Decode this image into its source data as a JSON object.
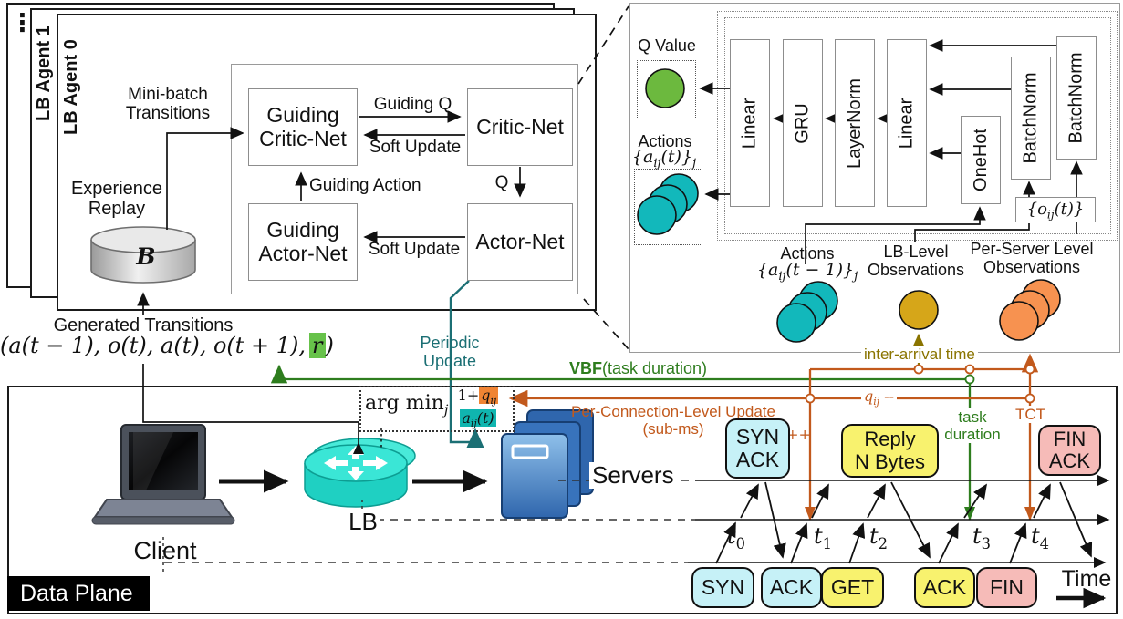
{
  "agents": {
    "ellipsis": "⋮",
    "agent1_label": "LB Agent 1",
    "agent0_label": "LB Agent 0"
  },
  "ddpg": {
    "mini_batch": [
      "Mini-batch",
      "Transitions"
    ],
    "experience": [
      "Experience",
      "Replay"
    ],
    "buffer_symbol": "B",
    "guiding_critic": [
      "Guiding",
      "Critic-Net"
    ],
    "critic": "Critic-Net",
    "guiding_actor": [
      "Guiding",
      "Actor-Net"
    ],
    "actor": "Actor-Net",
    "guiding_q": "Guiding Q",
    "soft_update_top": "Soft Update",
    "soft_update_bottom": "Soft Update",
    "guiding_action": "Guiding Action",
    "q_label": "Q"
  },
  "transitions": {
    "title": "Generated Transitions",
    "prefix": "(a(t − 1), o(t), a(t), o(t + 1),",
    "reward": "r",
    "suffix": ")"
  },
  "periodic_update": "Periodic Update",
  "argmin": {
    "op": "arg min",
    "op_sub": "j",
    "num_plain": "1+",
    "num_var": "q",
    "num_sub": "ij",
    "den_var": "a",
    "den_sub": "ij",
    "den_rest": "(t)"
  },
  "nn": {
    "q_value_label": "Q Value",
    "actions_t_label": "Actions",
    "actions_t_math": {
      "a": "{a",
      "sub": "ij",
      "b": "(t)}",
      "outer_sub": "j"
    },
    "layers": [
      {
        "label": "Linear"
      },
      {
        "label": "GRU"
      },
      {
        "label": "LayerNorm"
      },
      {
        "label": "Linear"
      },
      {
        "label": "OneHot"
      },
      {
        "label": "BatchNorm"
      },
      {
        "label": "BatchNorm"
      }
    ],
    "obs_box": {
      "a": "{o",
      "sub": "ij",
      "b": "(t)}"
    },
    "actions_prev_label": "Actions",
    "actions_prev_math": {
      "a": "{a",
      "sub": "ij",
      "b": "(t − 1)}",
      "outer_sub": "j"
    },
    "lb_obs": [
      "LB-Level",
      "Observations"
    ],
    "ps_obs": [
      "Per-Server Level",
      "Observations"
    ]
  },
  "signals": {
    "inter_arrival": "inter-arrival time",
    "vbf_bold": "VBF",
    "vbf_rest": "(task duration)",
    "per_conn": [
      "Per-Connection-Level Update",
      "(sub-ms)"
    ],
    "q_inc": {
      "var": "q",
      "sub": "ij",
      "rest": "++"
    },
    "q_dec": {
      "var": "q",
      "sub": "ij",
      "rest": " --"
    },
    "task_duration": [
      "task",
      "duration"
    ],
    "tct": "TCT"
  },
  "dataplane": {
    "label": "Data Plane",
    "client": "Client",
    "lb": "LB",
    "servers": "Servers",
    "time": "Time",
    "ticks": [
      {
        "var": "t",
        "sub": "0"
      },
      {
        "var": "t",
        "sub": "1"
      },
      {
        "var": "t",
        "sub": "2"
      },
      {
        "var": "t",
        "sub": "3"
      },
      {
        "var": "t",
        "sub": "4"
      }
    ],
    "msgs_top": [
      {
        "lines": [
          "SYN",
          "ACK"
        ]
      },
      {
        "lines": [
          "Reply",
          "N Bytes"
        ]
      },
      {
        "lines": [
          "FIN",
          "ACK"
        ]
      }
    ],
    "msgs_bottom": [
      {
        "label": "SYN"
      },
      {
        "label": "ACK"
      },
      {
        "label": "GET"
      },
      {
        "label": "ACK"
      },
      {
        "label": "FIN"
      }
    ]
  },
  "colors": {
    "teal_circle": "#12b8bb",
    "green_circle": "#6cb93e",
    "gold_circle": "#d6a619",
    "orange_circle": "#f79250",
    "orange_line": "#c2591c",
    "green_line": "#2e7d1e",
    "dark_yellow": "#8a7400",
    "teal_line": "#1b6f74",
    "cyan_box": "#c6f1f7",
    "yellow_box": "#f8f26e",
    "pink_box": "#f6bbb8",
    "orange_highlight": "#f08433",
    "teal_highlight": "#10b5af",
    "green_highlight": "#67c24a",
    "router_teal": "#35e0d2",
    "server_blue": "#3873bc"
  }
}
